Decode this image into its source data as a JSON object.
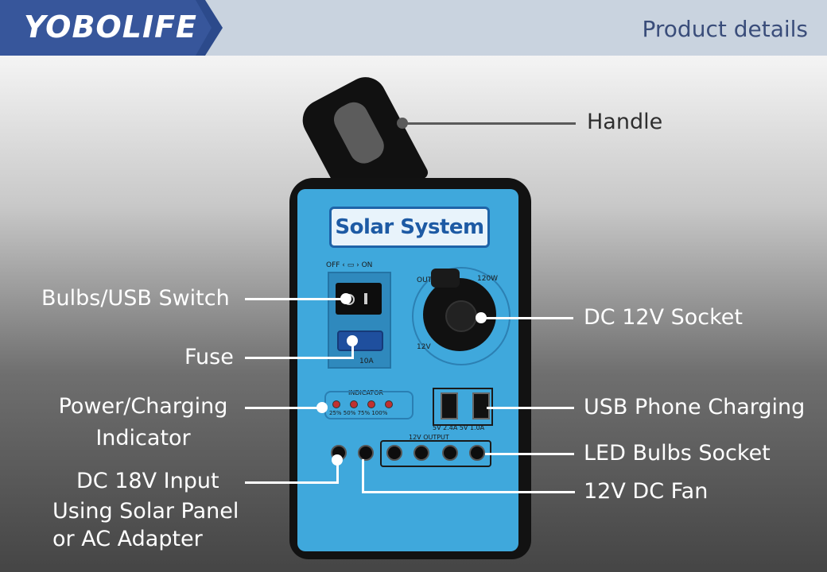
{
  "header": {
    "brand": "YOBOLIFE",
    "page_tag": "Product details"
  },
  "device": {
    "logo_text": "Solar System",
    "switch_label": "OFF ‹ ▭ › ON",
    "fuse_rating": "10A",
    "indicator_label": "INDICATOR",
    "indicator_levels": "25% 50% 75% 100%",
    "usb_ratings": "5V 2.4A  5V 1.0A",
    "output_label": "12V OUTPUT",
    "socket_marks": [
      "OUT",
      "120W",
      "12V"
    ]
  },
  "callouts": {
    "handle": "Handle",
    "switch": "Bulbs/USB Switch",
    "socket": "DC 12V  Socket",
    "fuse": "Fuse",
    "indicator_line1": "Power/Charging",
    "indicator_line2": "Indicator",
    "usb": "USB Phone Charging",
    "led": "LED Bulbs Socket",
    "input_line1": "DC 18V Input",
    "input_line2": "Using Solar Panel",
    "input_line3": "or AC Adapter",
    "fan": "12V DC Fan"
  }
}
